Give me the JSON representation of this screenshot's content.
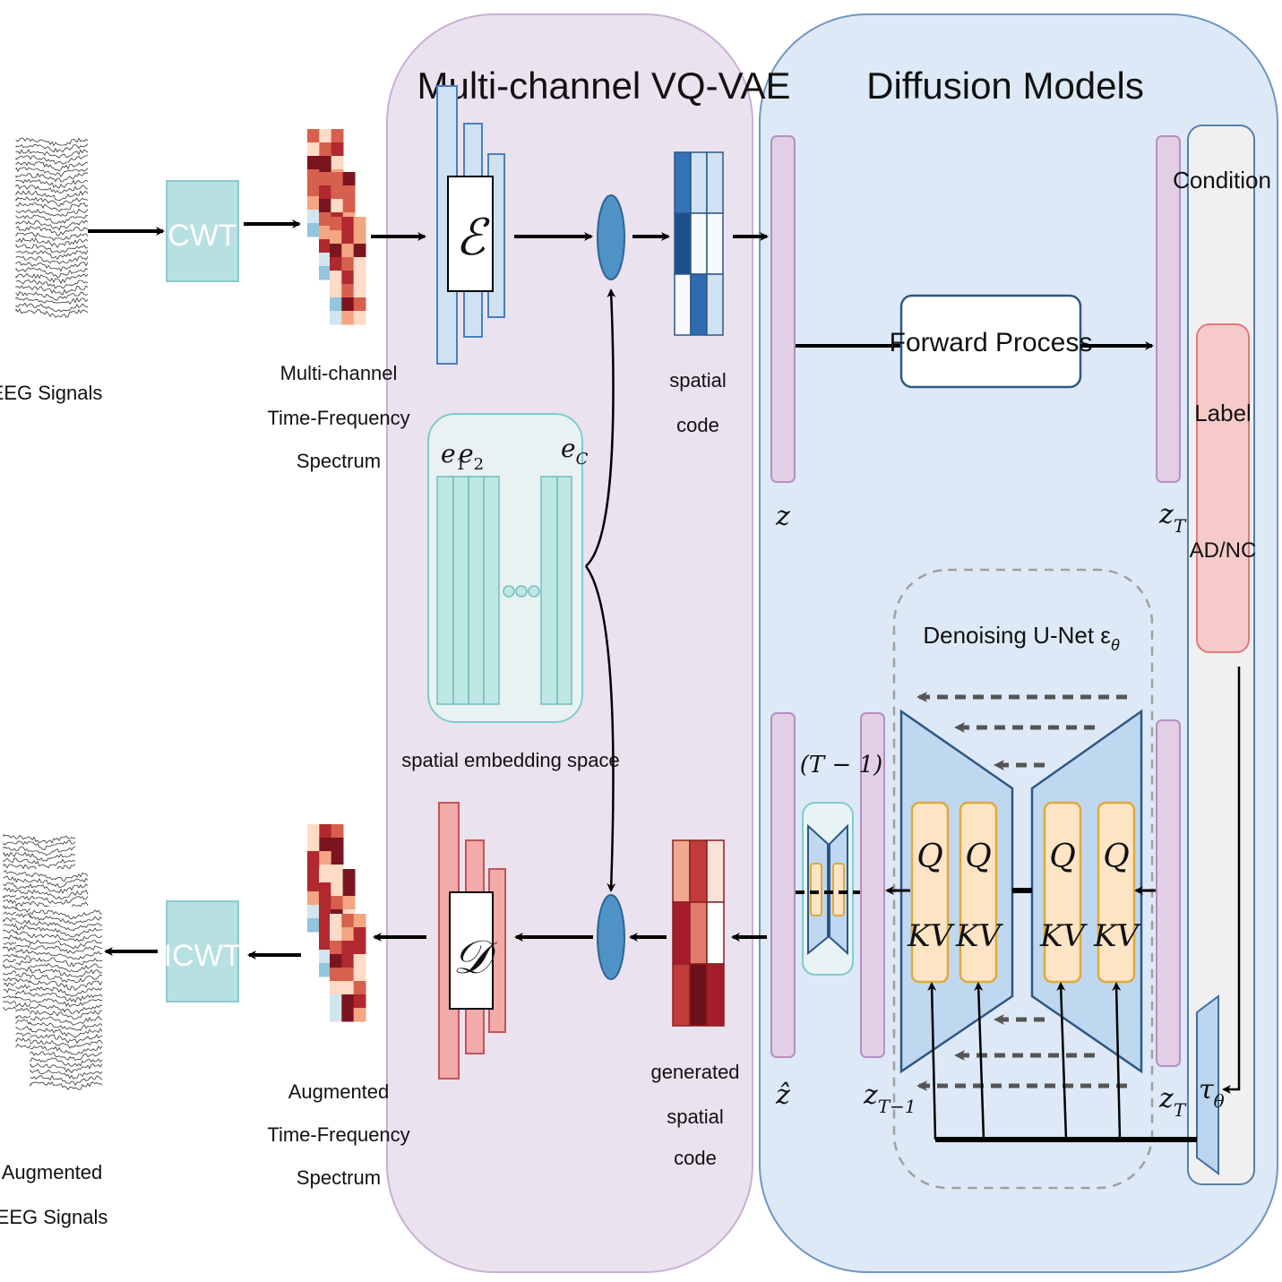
{
  "titles": {
    "vqvae": "Multi-channel VQ-VAE",
    "diffusion": "Diffusion Models"
  },
  "inputs": {
    "eeg_signals": "EEG Signals",
    "cwt": "CWT",
    "tf_spectrum": [
      "Multi-channel",
      "Time-Frequency",
      "Spectrum"
    ]
  },
  "outputs": {
    "augmented_eeg": [
      "Augmented",
      "EEG Signals"
    ],
    "icwt": "ICWT",
    "aug_tf_spectrum": [
      "Augmented",
      "Time-Frequency",
      "Spectrum"
    ]
  },
  "vqvae": {
    "encoder_symbol": "ℰ",
    "decoder_symbol": "𝒟",
    "spatial_code": [
      "spatial",
      "code"
    ],
    "generated_spatial_code": [
      "generated",
      "spatial",
      "code"
    ],
    "embedding_space": "spatial embedding space",
    "embed_e1": "e",
    "embed_e1_sub": "1",
    "embed_e2": "e",
    "embed_e2_sub": "2",
    "embed_ec": "e",
    "embed_ec_sub": "C"
  },
  "diffusion": {
    "z": "z",
    "z_hat": "ẑ",
    "z_T_top": "z",
    "z_T_top_sub": "T",
    "z_T_bottom": "z",
    "z_T_bottom_sub": "T",
    "z_T_minus_1": "z",
    "z_T_minus_1_sub": "T−1",
    "forward_process": "Forward Process",
    "denoising_unet": "Denoising U-Net ε",
    "denoising_unet_sub": "θ",
    "repeat": "× (T − 1)",
    "attn_q": "Q",
    "attn_kv": "KV",
    "condition": "Condition",
    "label": "Label",
    "label_value": "AD/NC",
    "tau": "τ",
    "tau_sub": "θ"
  },
  "colors": {
    "vqvae_bg": "#ebe2ef",
    "vqvae_border": "#c9b0d4",
    "diffusion_bg": "#dde9f6",
    "diffusion_border": "#6f95c4",
    "cwt_box": "#b6e0e2",
    "encoder": "#cfe2f3",
    "decoder": "#f2aaaa",
    "latent_bar": "#e2cfe6",
    "attention_block": "#fde4c4",
    "label_box": "#f7caca",
    "embedding": "#bfe7e4"
  }
}
